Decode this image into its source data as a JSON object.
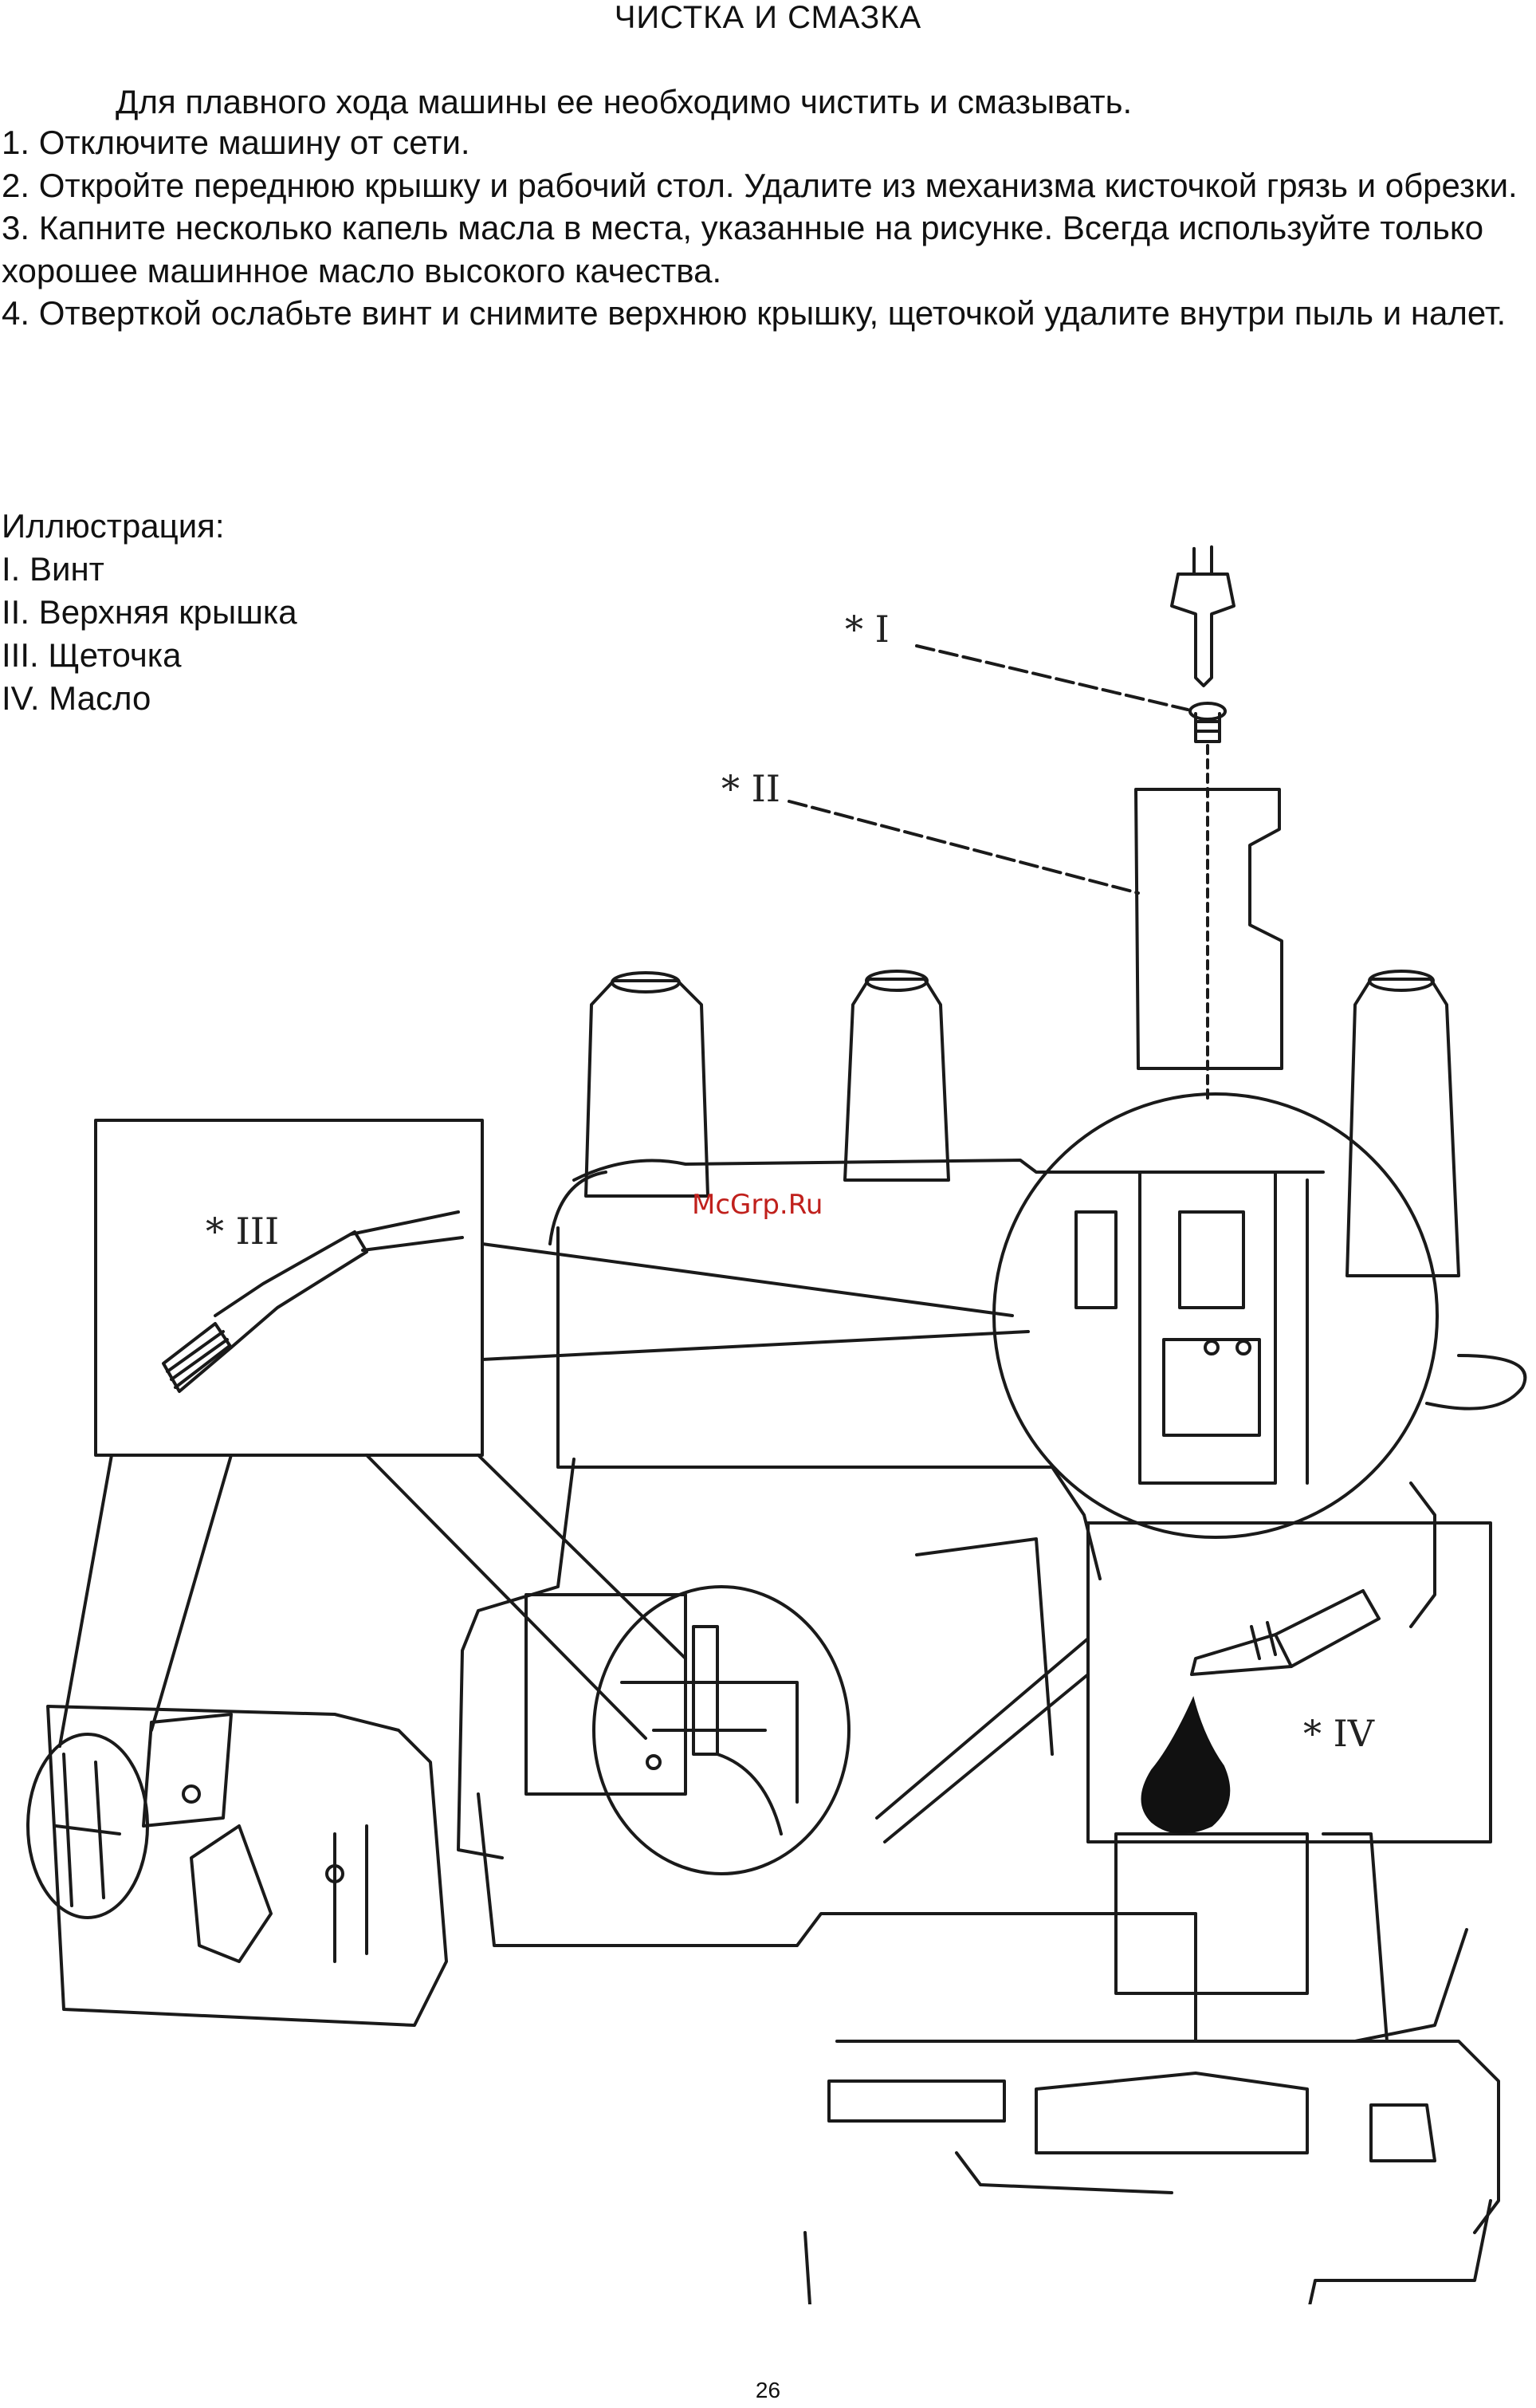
{
  "page": {
    "title": "ЧИСТКА И СМАЗКА",
    "intro": "Для плавного хода машины ее необходимо чистить и смазывать.",
    "steps": [
      "1. Отключите машину от сети.",
      "2. Откройте переднюю крышку и рабочий стол. Удалите из механизма кисточкой грязь и обрезки.",
      "3. Капните несколько капель масла в места, указанные на рисунке. Всегда используйте только хорошее машинное масло высокого качества.",
      "4. Отверткой ослабьте винт и снимите верхнюю крышку, щеточкой удалите внутри пыль и налет."
    ],
    "legend": {
      "heading": "Иллюстрация:",
      "items": [
        "I. Винт",
        "II. Верхняя крышка",
        "III. Щеточка",
        "IV. Масло"
      ]
    },
    "figure_labels": {
      "screw": "* I",
      "top_cover": "* II",
      "brush": "* III",
      "oil": "* IV"
    },
    "watermark": "McGrp.Ru",
    "page_number": "26"
  }
}
